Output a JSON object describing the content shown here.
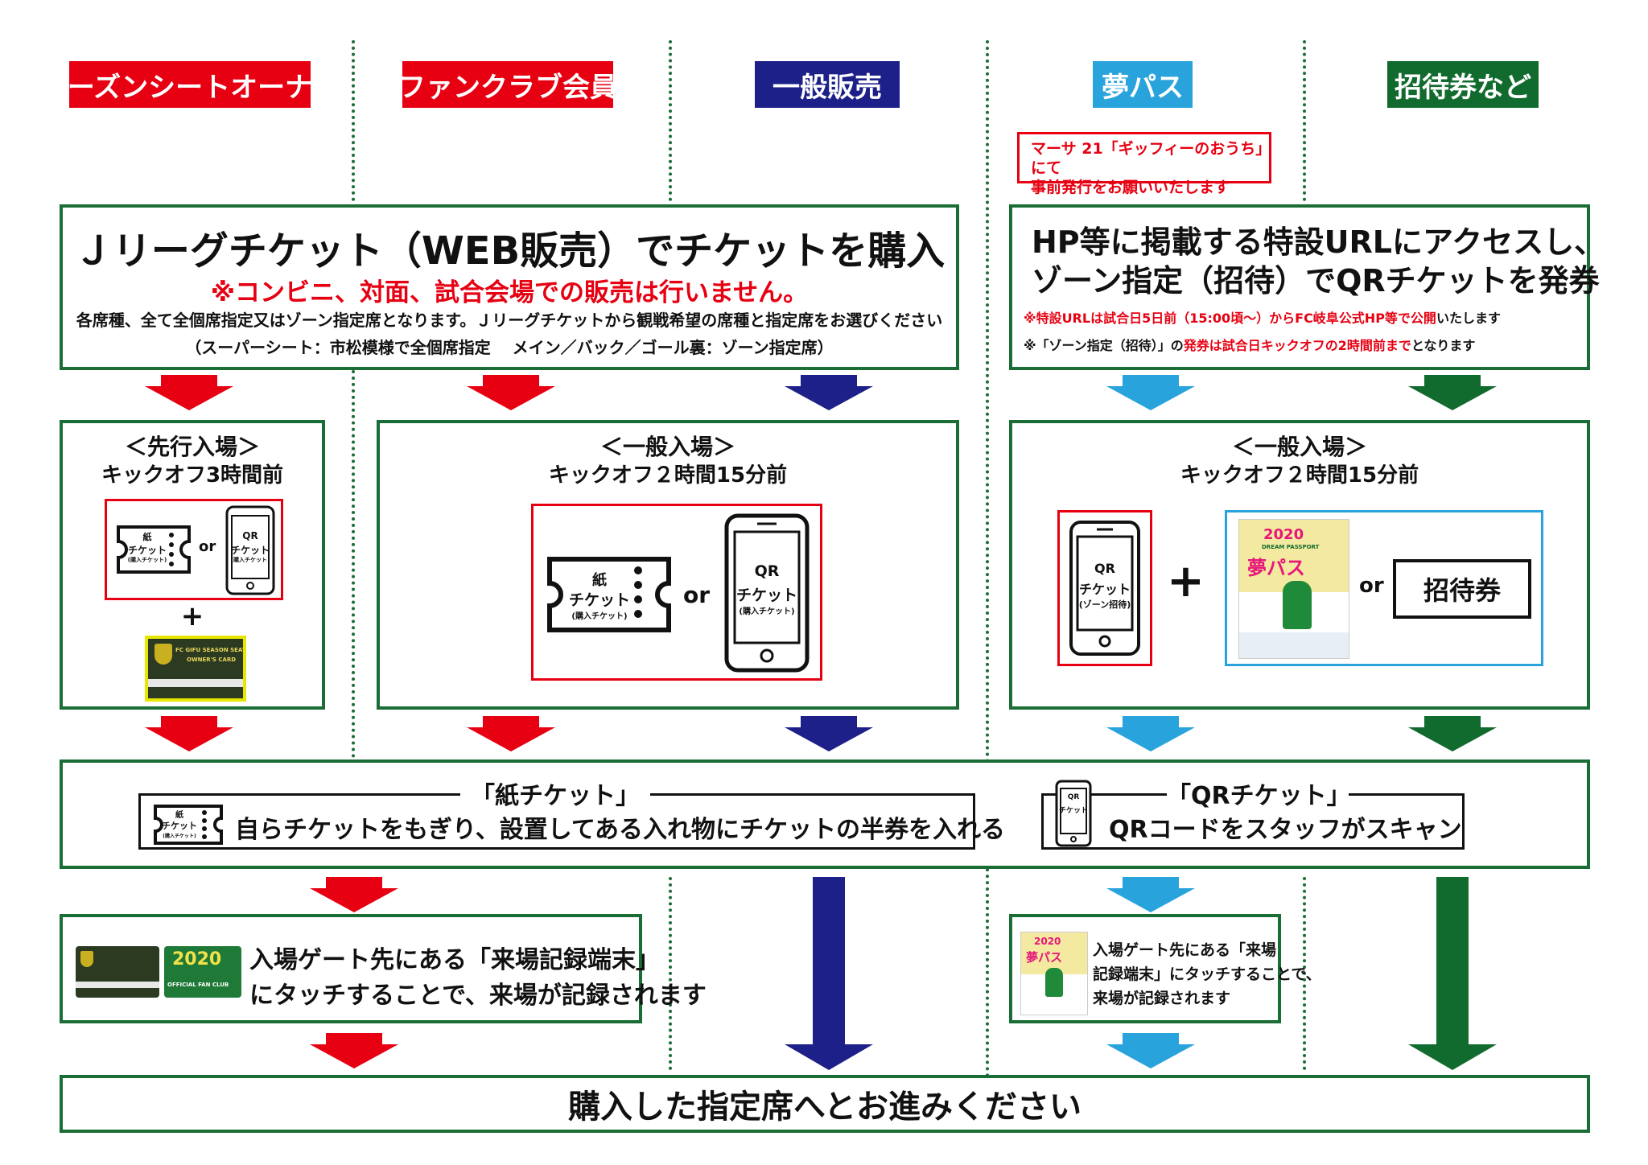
{
  "headers": {
    "season_owner": "シーズンシートオーナー",
    "fanclub": "ファンクラブ会員",
    "general": "一般販売",
    "yume": "夢パス",
    "invite": "招待券など"
  },
  "note_box": {
    "line1": "マーサ 21「ギッフィーのおうち」にて",
    "line2": "事前発行をお願いいたします"
  },
  "purchase_box": {
    "title": "Ｊリーグチケット（WEB販売）でチケットを購入",
    "warning": "※コンビニ、対面、試合会場での販売は行いません。",
    "desc1": "各席種、全て全個席指定又はゾーン指定席となります。Ｊリーグチケットから観戦希望の席種と指定席をお選びください",
    "desc2": "（スーパーシート：市松模様で全個席指定　 メイン／バック／ゴール裏：ゾーン指定席）"
  },
  "url_box": {
    "title1": "HP等に掲載する特設URLにアクセスし、",
    "title2": "ゾーン指定（招待）でQRチケットを発券",
    "note1_a": "※",
    "note1_b": "特設URLは試合日5日前（15:00頃〜）からFC岐阜公式HP等で公開",
    "note1_c": "いたします",
    "note2_a": "※「ゾーン指定（招待）」の",
    "note2_b": "発券は試合日キックオフの2時間前まで",
    "note2_c": "となります"
  },
  "entry_early": {
    "title": "＜先行入場＞",
    "time": "キックオフ3時間前",
    "paper": "紙",
    "ticket": "チケット",
    "purchased": "(購入チケット)",
    "or": "or",
    "qr": "QR",
    "plus": "+",
    "card_text1": "FC GIFU SEASON SEAT",
    "card_text2": "OWNER'S CARD"
  },
  "entry_general": {
    "title": "＜一般入場＞",
    "time": "キックオフ２時間15分前",
    "paper": "紙",
    "ticket": "チケット",
    "purchased": "(購入チケット)",
    "or": "or",
    "qr": "QR"
  },
  "entry_general2": {
    "title": "＜一般入場＞",
    "time": "キックオフ２時間15分前",
    "qr": "QR",
    "ticket": "チケット",
    "zone": "(ゾーン招待)",
    "plus": "+",
    "or": "or",
    "invite": "招待券",
    "pass_year": "2020",
    "pass_sub": "DREAM PASSPORT",
    "pass_title": "夢パス"
  },
  "scan_box": {
    "paper_label": "「紙チケット」",
    "paper_desc": "自らチケットをもぎり、設置してある入れ物にチケットの半券を入れる",
    "paper_icon_a": "紙",
    "paper_icon_b": "チケット",
    "paper_icon_c": "(購入チケット)",
    "qr_label": "「QRチケット」",
    "qr_desc": "QRコードをスタッフがスキャン",
    "qr_icon_a": "QR",
    "qr_icon_b": "チケット"
  },
  "record_box": {
    "line1": "入場ゲート先にある「来場記録端末」",
    "line2": "にタッチすることで、来場が記録されます",
    "card_fan_year": "2020",
    "card_fan_text": "OFFICIAL FAN CLUB"
  },
  "record_box2": {
    "line1": "入場ゲート先にある「来場",
    "line2": "記録端末」にタッチすることで、",
    "line3": "来場が記録されます",
    "pass_year": "2020",
    "pass_title": "夢パス"
  },
  "final": {
    "text": "購入した指定席へとお進みください"
  },
  "colors": {
    "red": "#e60012",
    "navy": "#1d2088",
    "sky": "#29a3dc",
    "green": "#126b2e",
    "frame": "#1a6e35",
    "yellow": "#e6e600"
  }
}
